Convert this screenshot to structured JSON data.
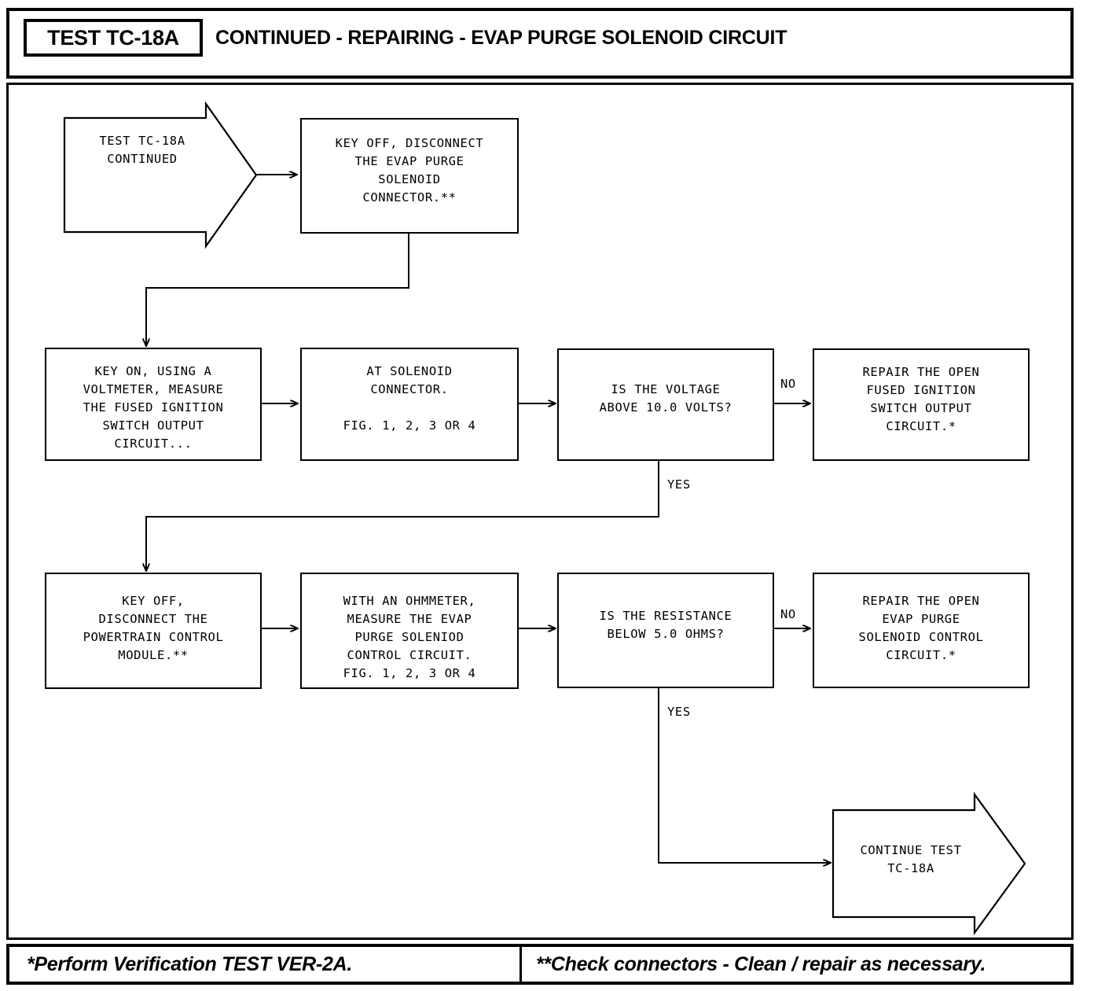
{
  "header": {
    "tag": "TEST TC-18A",
    "title": "CONTINUED - REPAIRING - EVAP PURGE SOLENOID CIRCUIT"
  },
  "footer": {
    "note_left": "*Perform Verification TEST VER-2A.",
    "note_right": "**Check connectors - Clean / repair as necessary."
  },
  "nodes": {
    "start_banner": "TEST TC-18A\nCONTINUED",
    "step_disconnect": "KEY OFF, DISCONNECT\nTHE EVAP PURGE\nSOLENOID\nCONNECTOR.**",
    "step_key_on": "KEY ON, USING A\nVOLTMETER, MEASURE\nTHE FUSED IGNITION\nSWITCH OUTPUT\nCIRCUIT...",
    "step_at_solenoid": "AT SOLENOID\nCONNECTOR.\n\nFIG. 1, 2, 3 OR 4",
    "decision_voltage": "IS THE VOLTAGE\nABOVE 10.0 VOLTS?",
    "repair_ignition": "REPAIR THE OPEN\nFUSED IGNITION\nSWITCH OUTPUT\nCIRCUIT.*",
    "step_key_off_pcm": "KEY OFF,\nDISCONNECT THE\nPOWERTRAIN CONTROL\nMODULE.**",
    "step_ohmmeter": "WITH AN OHMMETER,\nMEASURE THE EVAP\nPURGE SOLENIOD\nCONTROL CIRCUIT.\nFIG. 1, 2, 3 OR 4",
    "decision_resistance": "IS THE RESISTANCE\nBELOW 5.0 OHMS?",
    "repair_solenoid": "REPAIR THE OPEN\nEVAP PURGE\nSOLENOID CONTROL\nCIRCUIT.*",
    "continue_banner": "CONTINUE TEST\nTC-18A"
  },
  "edge_labels": {
    "no_voltage": "NO",
    "yes_voltage": "YES",
    "no_resistance": "NO",
    "yes_resistance": "YES"
  },
  "colors": {
    "ink": "#000000",
    "paper": "#ffffff"
  }
}
